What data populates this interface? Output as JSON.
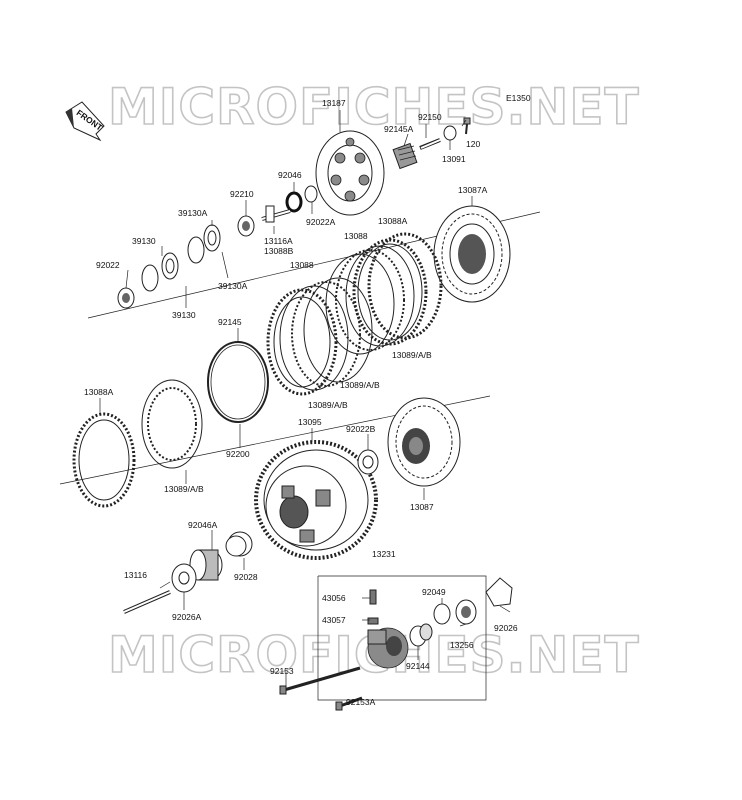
{
  "diagram_code": "E1350",
  "front_label": "FRONT",
  "watermark": "MICROFICHES.NET",
  "labels": {
    "p13187": "13187",
    "p92150": "92150",
    "p92145a": "92145A",
    "p13091": "13091",
    "p120": "120",
    "p92046": "92046",
    "p92210": "92210",
    "p92022a": "92022A",
    "p13116a": "13116A",
    "p13087a": "13087A",
    "p13088a_top": "13088A",
    "p13088": "13088",
    "p13088b": "13088B",
    "p13088_b": "13088",
    "p39130a_top": "39130A",
    "p39130_top": "39130",
    "p92022": "92022",
    "p39130a_bot": "39130A",
    "p39130_bot": "39130",
    "p92145": "92145",
    "p13089_1": "13089/A/B",
    "p13089_2": "13089/A/B",
    "p13089_3": "13089/A/B",
    "p13088a_left": "13088A",
    "p92200": "92200",
    "p13089_4": "13089/A/B",
    "p13095": "13095",
    "p92022b": "92022B",
    "p13087": "13087",
    "p92046a": "92046A",
    "p92028": "92028",
    "p13116": "13116",
    "p92026a": "92026A",
    "p13231": "13231",
    "p43056": "43056",
    "p43057": "43057",
    "p92049": "92049",
    "p13256": "13256",
    "p92026": "92026",
    "p92144": "92144",
    "p92153": "92153",
    "p92153a": "92153A"
  }
}
